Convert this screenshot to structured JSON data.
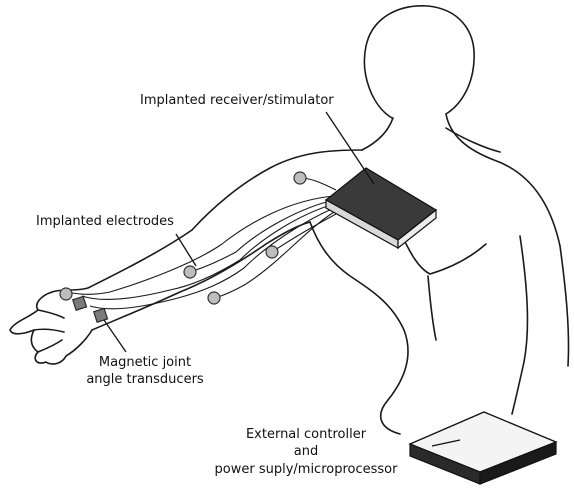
{
  "figure": {
    "labels": {
      "receiver": "Implanted receiver/stimulator",
      "electrodes": "Implanted electrodes",
      "transducers_line1": "Magnetic joint",
      "transducers_line2": "angle transducers",
      "controller_line1": "External controller",
      "controller_line2": "and",
      "controller_line3": "power suply/microprocessor"
    },
    "colors": {
      "line": "#1a1a1a",
      "device_dark": "#3a3a3a",
      "electrode_fill": "#bdbdbd",
      "transducer_fill": "#7a7a7a"
    }
  }
}
